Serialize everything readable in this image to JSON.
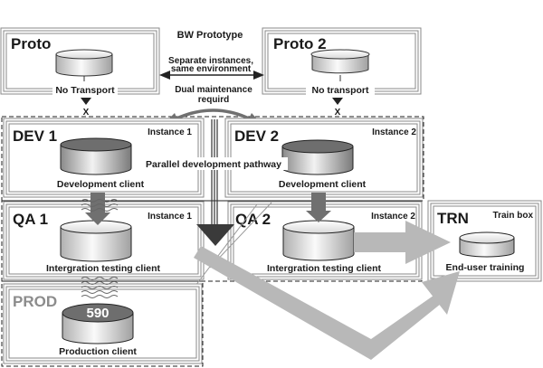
{
  "diagram": {
    "title": "BW Prototype",
    "colors": {
      "frame": "#8a8a8a",
      "dark_arrow": "#3a3a3a",
      "light_arrow": "#b8b8b8",
      "mid_arrow": "#707070",
      "prod_label": "#8c8c8c",
      "db_top_dark": "#6e6e6e"
    },
    "annotations": {
      "separate_instances_line1": "Separate instances,",
      "separate_instances_line2": "same environment",
      "dual_maintenance_line1": "Dual maintenance",
      "dual_maintenance_line2": "requird",
      "parallel_pathway": "Parallel development pathway",
      "no_transport_mark_1": "X",
      "no_transport_mark_2": "X"
    },
    "boxes": {
      "proto": {
        "name": "Proto",
        "caption": "No Transport"
      },
      "proto2": {
        "name": "Proto 2",
        "caption": "No transport"
      },
      "dev1": {
        "name": "DEV 1",
        "instance": "Instance 1",
        "caption": "Development client"
      },
      "dev2": {
        "name": "DEV 2",
        "instance": "Instance 2",
        "caption": "Development client"
      },
      "qa1": {
        "name": "QA 1",
        "instance": "Instance 1",
        "caption": "Intergration testing client"
      },
      "qa2": {
        "name": "QA 2",
        "instance": "Instance 2",
        "caption": "Intergration testing client"
      },
      "trn": {
        "name": "TRN",
        "instance": "Train box",
        "caption": "End-user training"
      },
      "prod": {
        "name": "PROD",
        "caption": "Production client",
        "client_number": "590"
      }
    }
  }
}
